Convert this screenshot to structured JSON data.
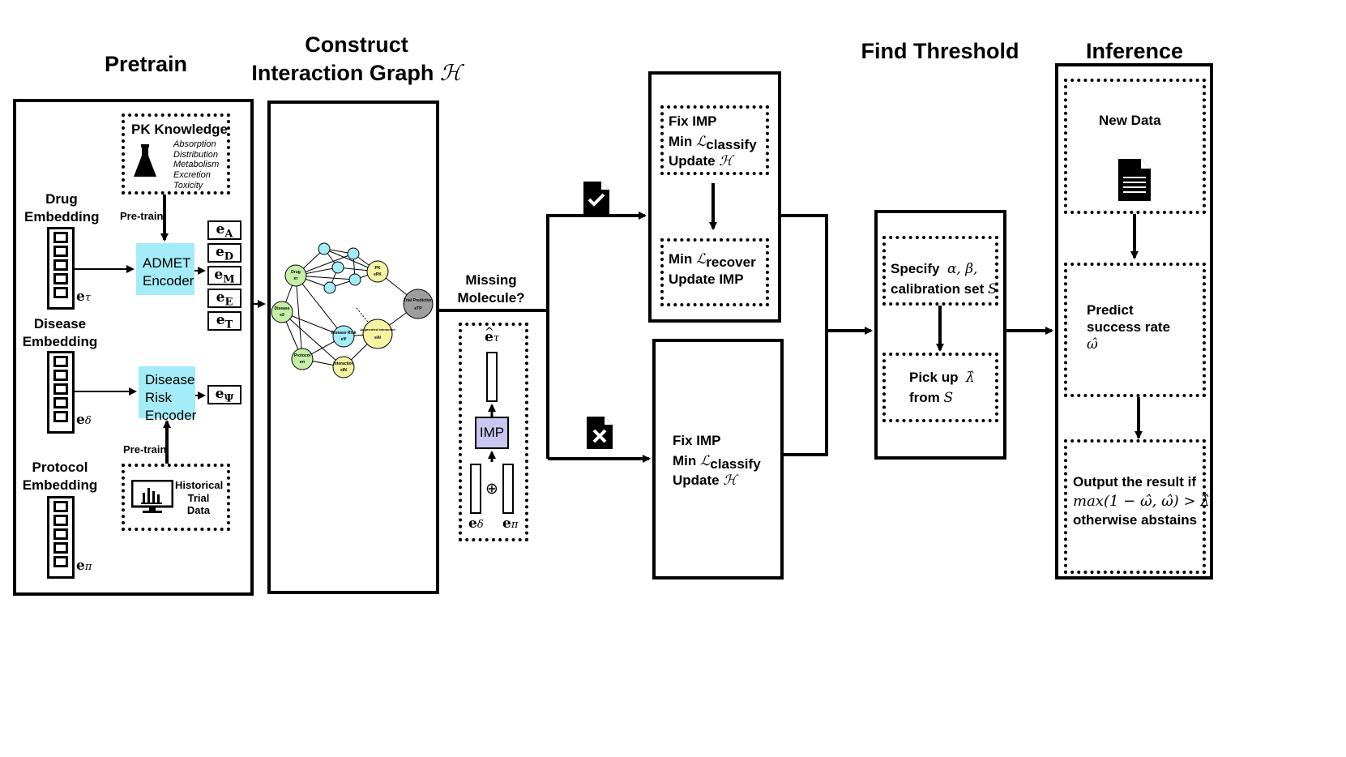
{
  "titles": {
    "pretrain": "Pretrain",
    "construct_line1": "Construct",
    "construct_line2": "Interaction Graph",
    "construct_symbol": "ℋ",
    "find_threshold": "Find Threshold",
    "inference": "Inference"
  },
  "pretrain": {
    "pk_knowledge": "PK Knowledge",
    "pk_items": [
      "Absorption",
      "Distribution",
      "Metabolism",
      "Excretion",
      "Toxicity"
    ],
    "pretrain_label_top": "Pre-train",
    "pretrain_label_bottom": "Pre-train",
    "drug_embedding_l1": "Drug",
    "drug_embedding_l2": "Embedding",
    "disease_embedding_l1": "Disease",
    "disease_embedding_l2": "Embedding",
    "protocol_embedding_l1": "Protocol",
    "protocol_embedding_l2": "Embedding",
    "admet_l1": "ADMET",
    "admet_l2": "Encoder",
    "disease_risk_l1": "Disease",
    "disease_risk_l2": "Risk",
    "disease_risk_l3": "Encoder",
    "historical_l1": "Historical",
    "historical_l2": "Trial",
    "historical_l3": "Data",
    "e_tau": "τ",
    "e_delta": "δ",
    "e_pi": "π",
    "outputs": [
      "A",
      "D",
      "M",
      "E",
      "T"
    ],
    "e_psi": "Ψ"
  },
  "graph": {
    "nodes": [
      {
        "label": "Drug",
        "sub": "eτ"
      },
      {
        "label": "Disease",
        "sub": "eδ"
      },
      {
        "label": "Protocol",
        "sub": "eπ"
      },
      {
        "label": "PK",
        "sub": "ePK"
      },
      {
        "label": "Disease Risk",
        "sub": "eΨ"
      },
      {
        "label": "Augmented Interaction",
        "sub": "eAI"
      },
      {
        "label": "Interaction",
        "sub": "eIN"
      },
      {
        "label": "Trial Prediction",
        "sub": "eTP"
      }
    ]
  },
  "missing": {
    "question_l1": "Missing",
    "question_l2": "Molecule?",
    "imp": "IMP",
    "oplus": "⊕",
    "hat_tau": "τ",
    "delta": "δ",
    "pi": "π"
  },
  "train_top": {
    "fix_imp": "Fix  IMP",
    "min": "Min",
    "classify": "classify",
    "update": "Update",
    "recover": "recover",
    "update_imp": "Update IMP"
  },
  "train_bottom": {
    "fix_imp": "Fix  IMP",
    "min": "Min",
    "classify": "classify",
    "update": "Update"
  },
  "threshold": {
    "specify": "Specify",
    "alpha_beta": "α, β,",
    "calibration": "calibration set",
    "set_S": "S",
    "pick_up": "Pick up",
    "lambda_hat": "λ̂",
    "from": "from",
    "from_S": "S"
  },
  "inference": {
    "new_data": "New Data",
    "predict_l1": "Predict",
    "predict_l2": "success rate",
    "omega_hat": "ω̂",
    "output_l1": "Output the result if",
    "output_formula": "max(1 − ω̂, ω̂) > λ̂",
    "output_l3": "otherwise abstains"
  },
  "symbols": {
    "script_L": "ℒ",
    "script_H": "ℋ"
  }
}
